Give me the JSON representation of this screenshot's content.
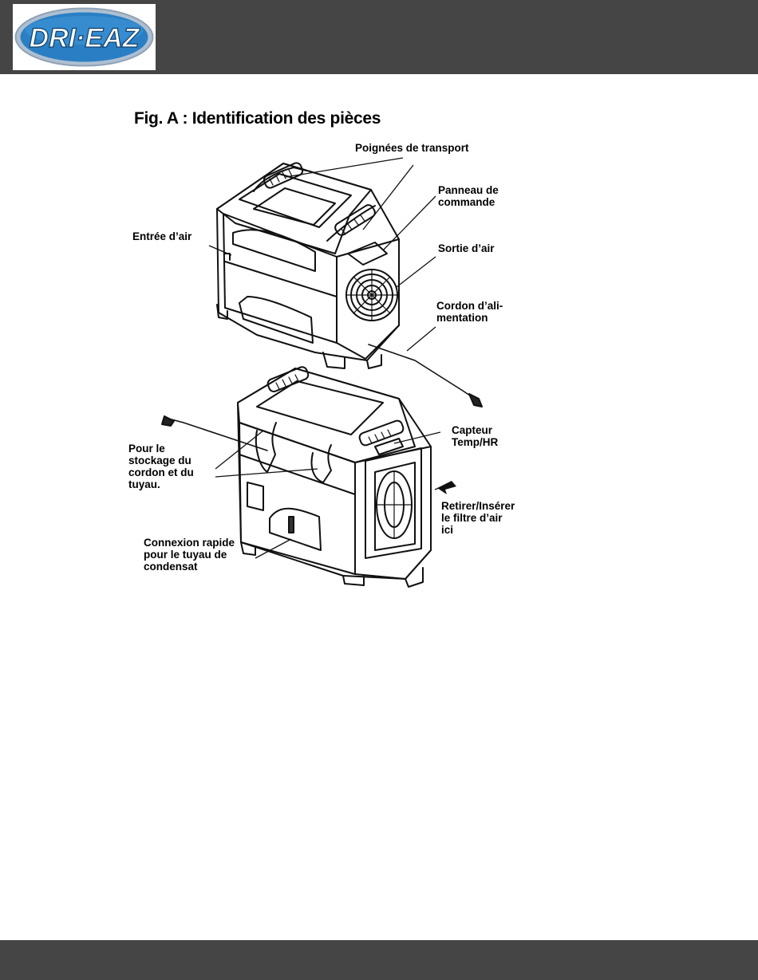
{
  "header": {
    "logo_text": "DRI·EAZ",
    "logo_colors": {
      "outer": "#b9c7d6",
      "inner": "#1f6fb2",
      "text": "#ffffff"
    }
  },
  "figure": {
    "title": "Fig. A : Identification des pièces",
    "labels": {
      "handles": "Poignées  de transport",
      "control_panel": "Panneau  de\ncommande",
      "air_inlet": "Entrée d’air",
      "air_outlet": "Sortie d’air",
      "power_cord": "Cordon  d’ali-\nmentation",
      "sensor": "Capteur\nTemp/HR",
      "storage": "Pour  le\nstockage  du\ncordon  et  du\ntuyau.",
      "filter": "Retirer/Insérer\nle  filtre d’air\nici",
      "quick_connect": "Connexion  rapide\npour  le  tuyau  de\ncondensat"
    }
  },
  "colors": {
    "bars": "#454545",
    "page": "#ffffff"
  }
}
